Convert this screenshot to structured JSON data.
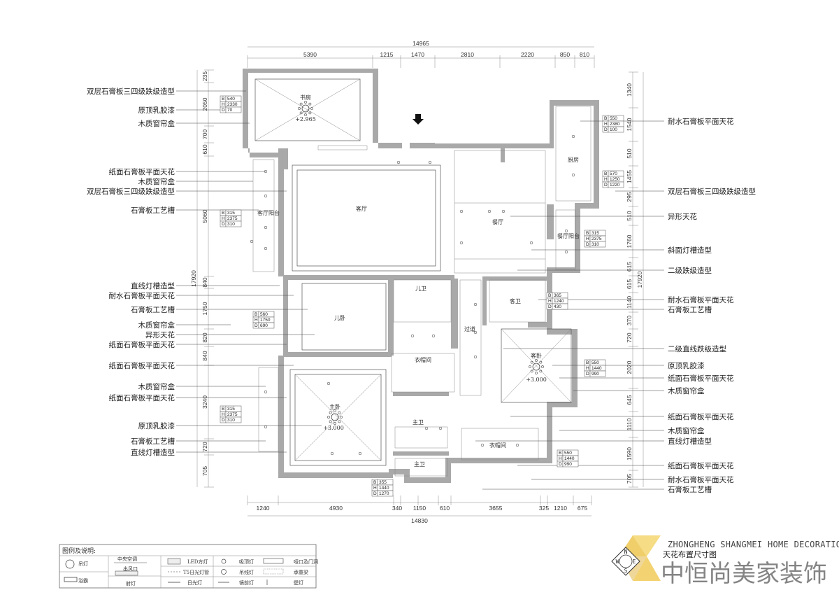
{
  "dimensions": {
    "top_total": "14965",
    "top": [
      "5390",
      "1215",
      "1470",
      "2810",
      "2220",
      "850",
      "810"
    ],
    "bottom_total": "14830",
    "bottom": [
      "1240",
      "4930",
      "340",
      "1150",
      "610",
      "3655",
      "325",
      "1210",
      "675"
    ],
    "left_total": "17920",
    "left": [
      "235",
      "2050",
      "700",
      "610",
      "5060",
      "840",
      "1750",
      "820",
      "840",
      "3240",
      "720",
      "705"
    ],
    "right_total": "17920",
    "right": [
      "1340",
      "1540",
      "510",
      "1455",
      "295",
      "510",
      "1760",
      "615",
      "615",
      "1140",
      "370",
      "720",
      "2020",
      "645",
      "1110",
      "1590",
      "705"
    ]
  },
  "left_labels": [
    "双层石膏板三四级跌级造型",
    "原顶乳胶漆",
    "木质窗帘盒",
    "纸面石膏板平面天花",
    "木质窗帘盒",
    "双层石膏板三四级跌级造型",
    "石膏板工艺槽",
    "直线灯槽造型",
    "耐水石膏板平面天花",
    "石膏板工艺槽",
    "木质窗帘盒",
    "异形天花",
    "纸面石膏板平面天花",
    "纸面石膏板平面天花",
    "木质窗帘盒",
    "纸面石膏板平面天花",
    "原顶乳胶漆",
    "石膏板工艺槽",
    "直线灯槽造型"
  ],
  "right_labels": [
    "耐水石膏板平面天花",
    "双层石膏板三四级跌级造型",
    "异形天花",
    "斜面灯槽造型",
    "二级跌级造型",
    "耐水石膏板平面天花",
    "石膏板工艺槽",
    "二级直线跌级造型",
    "原顶乳胶漆",
    "纸面石膏板平面天花",
    "木质窗帘盒",
    "纸面石膏板平面天花",
    "木质窗帘盒",
    "直线灯槽造型",
    "纸面石膏板平面天花",
    "耐水石膏板平面天花",
    "石膏板工艺槽"
  ],
  "rooms": [
    "书房",
    "客厅",
    "餐厅",
    "厨房",
    "客厅阳台",
    "餐厅阳台",
    "儿卫",
    "客卫",
    "儿卧",
    "过道",
    "衣帽间",
    "客卧",
    "主卧",
    "主卫",
    "衣帽间",
    "主卫"
  ],
  "elevations": [
    "+2.965",
    "+3.000",
    "+3.000"
  ],
  "spec_keys": [
    "B",
    "H",
    "D"
  ],
  "specs": [
    [
      "540",
      "2330",
      "70"
    ],
    [
      "550",
      "2380",
      "100"
    ],
    [
      "570",
      "1250",
      "1220"
    ],
    [
      "315",
      "2375",
      "310"
    ],
    [
      "315",
      "2375",
      "310"
    ],
    [
      "365",
      "1240",
      "430"
    ],
    [
      "560",
      "1750",
      "690"
    ],
    [
      "550",
      "1440",
      "990"
    ],
    [
      "315",
      "2375",
      "310"
    ],
    [
      "550",
      "1440",
      "990"
    ],
    [
      "355",
      "1440",
      "1270"
    ]
  ],
  "legend": {
    "title": "图例及说明:",
    "items": [
      "吊灯",
      "中央空调",
      "出风口",
      "LED方灯",
      "吸顶灯",
      "哑口及门洞",
      "浴霸",
      "射灯",
      "T5日光灯管",
      "吊线灯",
      "承重梁",
      "日光灯",
      "镜前灯",
      "壁灯"
    ]
  },
  "titleblock": {
    "company_en": "ZHONGHENG SHANGMEI HOME DECORATION",
    "company_cn": "中恒尚美家装饰",
    "drawing_title": "天花布置尺寸图",
    "compass": [
      "N",
      "W",
      "E",
      "S"
    ]
  },
  "colors": {
    "wall": "#a9a9a9",
    "logo_yellow": "#f0cf6a"
  }
}
